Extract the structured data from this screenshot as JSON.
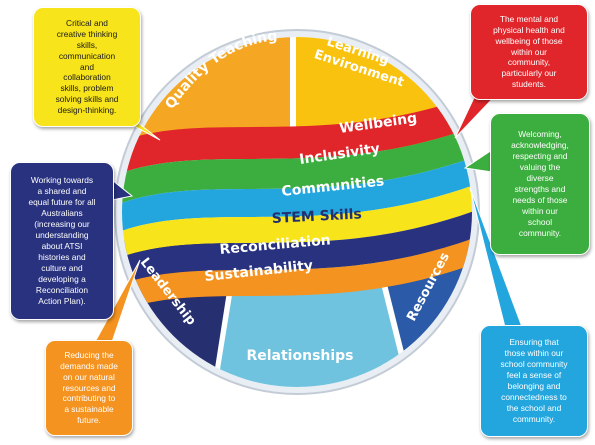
{
  "colors": {
    "quality": "#f5a623",
    "learning": "#f9c20e",
    "wellbeing": "#e0262b",
    "inclusivity": "#3cae3f",
    "communities": "#23a6de",
    "stem": "#f7e41a",
    "reconciliation": "#28327e",
    "sustainability": "#f59320",
    "leadership": "#262f6f",
    "relationships": "#6fc3df",
    "resources": "#2b5aa8"
  },
  "segments": {
    "quality_teaching": "Quality Teaching",
    "learning_environment": "Learning\nEnvironment",
    "leadership": "Leadership",
    "relationships": "Relationships",
    "resources": "Resources"
  },
  "bands": {
    "wellbeing": "Wellbeing",
    "inclusivity": "Inclusivity",
    "communities": "Communities",
    "stem": "STEM Skills",
    "reconciliation": "Reconciliation",
    "sustainability": "Sustainability"
  },
  "callouts": {
    "yellow": "Critical and\ncreative thinking\nskills,\ncommunication\nand\ncollaboration\nskills, problem\nsolving skills and\ndesign-thinking.",
    "red": "The mental and\nphysical health and\nwellbeing of those\nwithin our\ncommunity,\nparticularly our\nstudents.",
    "green": "Welcoming,\nacknowledging,\nrespecting and\nvaluing the\ndiverse\nstrengths and\nneeds of those\nwithin our\nschool\ncommunity.",
    "navy": "Working towards\na shared and\nequal future for all\nAustralians\n(increasing our\nunderstanding\nabout ATSI\nhistories and\nculture and\ndeveloping a\nReconciliation\nAction Plan).",
    "orange": "Reducing the\ndemands made\non our natural\nresources and\ncontributing to\na sustainable\nfuture.",
    "blue": "Ensuring that\nthose within our\nschool community\nfeel a sense of\nbelonging and\nconnectedness to\nthe school and\ncommunity."
  }
}
